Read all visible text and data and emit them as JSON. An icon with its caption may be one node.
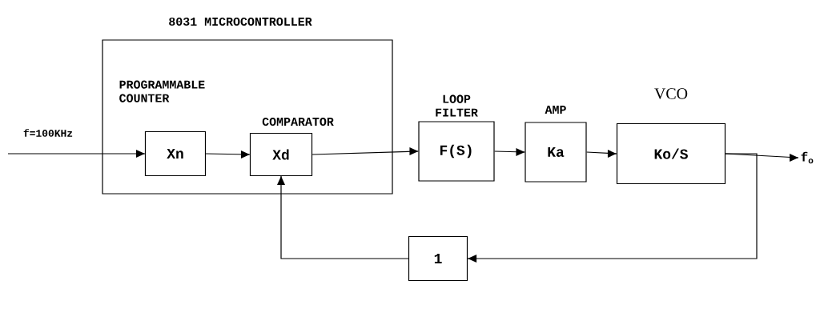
{
  "diagram": {
    "nodes": [
      {
        "text": [
          "8031 MICROCONTROLLER"
        ]
      },
      {
        "text": [
          "PROGRAMMABLE COUNTER",
          "Xn"
        ],
        "in": 0
      },
      {
        "text": [
          "COMPARATOR",
          "Xd"
        ],
        "in": 0
      },
      {
        "text": [
          "LOOP FILTER",
          "F(S)"
        ]
      },
      {
        "text": [
          "AMP",
          "Ka"
        ]
      },
      {
        "text": [
          "VCO",
          "Ko/S"
        ]
      },
      {
        "text": [
          "1"
        ]
      },
      {
        "text": [
          "f$_{o}$"
        ]
      }
    ],
    "edges": [
      {
        "from": null,
        "to": 1,
        "arrow": "to",
        "label": "f=100KHz"
      },
      {
        "from": 1,
        "to": 2,
        "arrow": "to"
      },
      {
        "from": 2,
        "to": 3,
        "arrow": "to"
      },
      {
        "from": 3,
        "to": 4,
        "arrow": "to"
      },
      {
        "from": 4,
        "to": 5,
        "arrow": "to"
      },
      {
        "from": 5,
        "to": 7,
        "arrow": "to"
      },
      {
        "from": 5,
        "to": 6,
        "arrow": "to"
      },
      {
        "from": 6,
        "to": 2,
        "arrow": "to"
      }
    ]
  }
}
